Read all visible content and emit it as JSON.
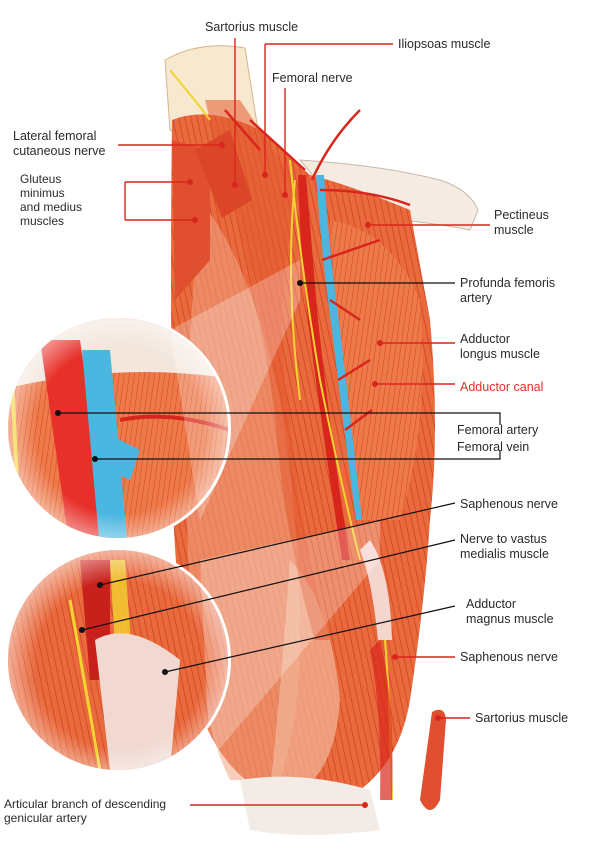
{
  "colors": {
    "muscle": "#e8582e",
    "muscle_dark": "#c0301c",
    "muscle_light": "#f2a07a",
    "artery": "#d9261c",
    "vein": "#4bb6e0",
    "nerve": "#f2d330",
    "fascia": "#f3e6dc",
    "label_line_dark": "#111111",
    "label_line_red": "#d9261c",
    "accent_text": "#e8302a"
  },
  "labels": {
    "sartorius_top": "Sartorius muscle",
    "iliopsoas": "Iliopsoas muscle",
    "femoral_nerve": "Femoral nerve",
    "lateral_femoral_cutaneous": [
      "Lateral femoral",
      "cutaneous nerve"
    ],
    "gluteus": [
      "Gluteus",
      "minimus",
      "and medius",
      "muscles"
    ],
    "pectineus": [
      "Pectineus",
      "muscle"
    ],
    "profunda_femoris": [
      "Profunda femoris",
      "artery"
    ],
    "adductor_longus": [
      "Adductor",
      "longus muscle"
    ],
    "adductor_canal": "Adductor canal",
    "femoral_artery": "Femoral artery",
    "femoral_vein": "Femoral vein",
    "saphenous_nerve_1": "Saphenous nerve",
    "nerve_vastus_medialis": [
      "Nerve to vastus",
      "medialis muscle"
    ],
    "adductor_magnus": [
      "Adductor",
      "magnus muscle"
    ],
    "saphenous_nerve_2": "Saphenous nerve",
    "sartorius_bottom": "Sartorius  muscle",
    "articular_branch": [
      "Articular branch of descending",
      "genicular artery"
    ]
  }
}
